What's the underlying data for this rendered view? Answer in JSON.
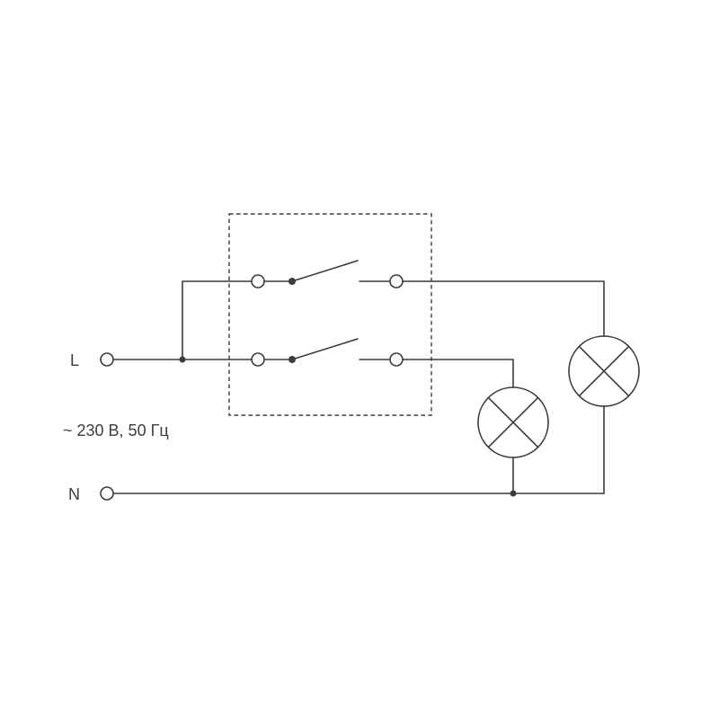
{
  "diagram": {
    "title": "two-gang-switch-with-two-lamps-wiring-diagram",
    "labels": {
      "line": "L",
      "neutral": "N",
      "voltage": "~ 230 В, 50 Гц"
    },
    "colors": {
      "stroke": "#3C3C3B",
      "background": "#FFFFFF"
    },
    "components": {
      "switch_count": 2,
      "lamp_count": 2,
      "enclosure": "dashed"
    }
  }
}
